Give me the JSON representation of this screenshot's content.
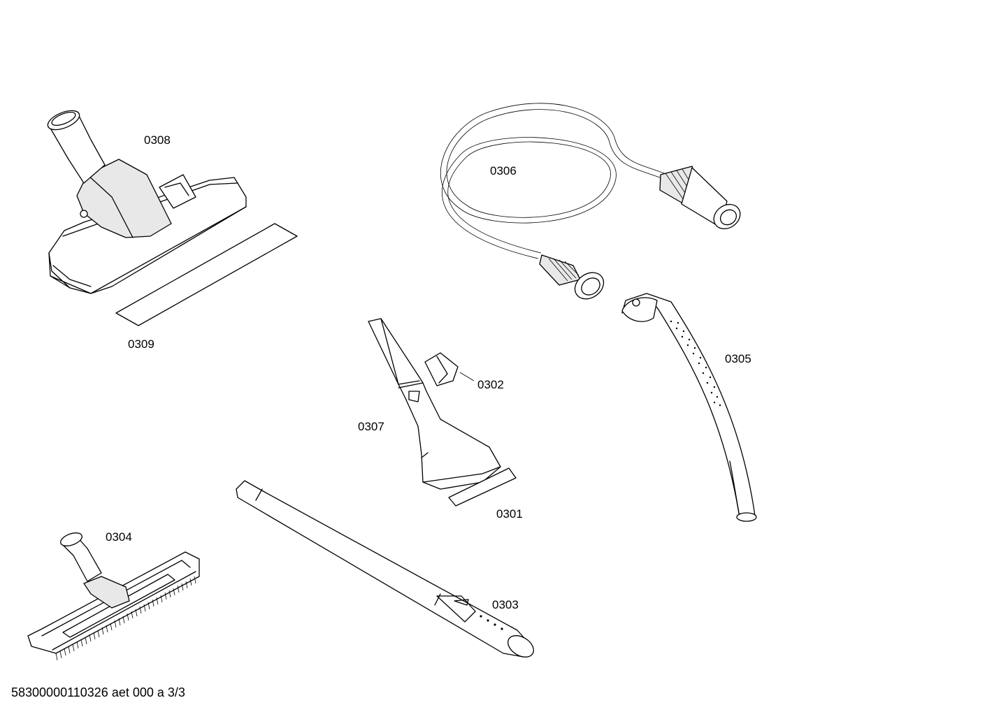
{
  "parts": [
    {
      "id": "p0301",
      "label": "0301"
    },
    {
      "id": "p0302",
      "label": "0302"
    },
    {
      "id": "p0303",
      "label": "0303"
    },
    {
      "id": "p0304",
      "label": "0304"
    },
    {
      "id": "p0305",
      "label": "0305"
    },
    {
      "id": "p0306",
      "label": "0306"
    },
    {
      "id": "p0307",
      "label": "0307"
    },
    {
      "id": "p0308",
      "label": "0308"
    },
    {
      "id": "p0309",
      "label": "0309"
    }
  ],
  "footer": "58300000110326 aet 000 a 3/3"
}
